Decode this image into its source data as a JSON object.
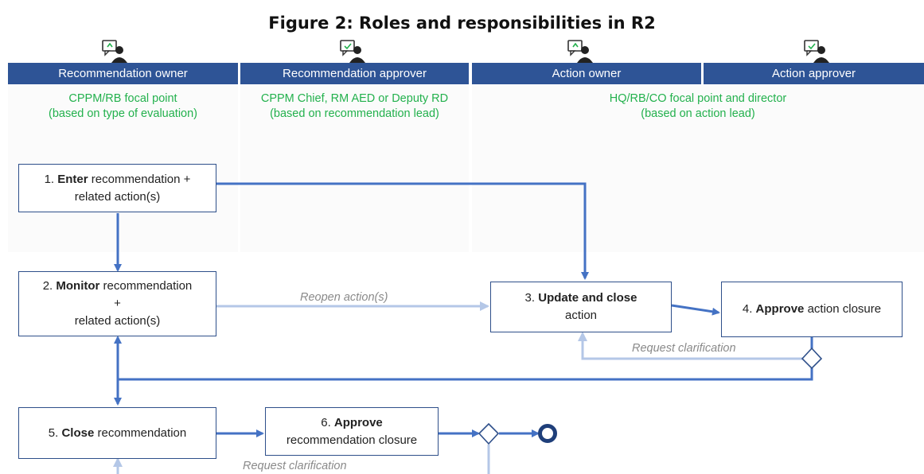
{
  "figure_title": "Figure 2: Roles and responsibilities in R2",
  "lanes": [
    {
      "header": "Recommendation owner",
      "sub1": "CPPM/RB focal point",
      "sub2": "(based on type of evaluation)"
    },
    {
      "header": "Recommendation approver",
      "sub1": "CPPM Chief, RM AED or Deputy RD",
      "sub2": "(based on recommendation lead)"
    },
    {
      "header": "Action owner",
      "sub1": "HQ/RB/CO focal point and director",
      "sub2": "(based on action lead)"
    },
    {
      "header": "Action approver"
    }
  ],
  "icons": [
    "user-chat-icon",
    "user-chat-icon",
    "user-chat-icon",
    "user-chat-icon"
  ],
  "steps": {
    "s1": {
      "num": "1.",
      "verb": "Enter",
      "rest": "recommendation +",
      "line2": "related action(s)"
    },
    "s2": {
      "num": "2.",
      "verb": "Monitor",
      "rest": "recommendation",
      "line2": "+",
      "line3": "related action(s)"
    },
    "s3": {
      "num": "3.",
      "verb": "Update and close",
      "line2": "action"
    },
    "s4": {
      "num": "4.",
      "verb": "Approve",
      "rest": "action closure"
    },
    "s5": {
      "num": "5.",
      "verb": "Close",
      "rest": "recommendation"
    },
    "s6": {
      "num": "6.",
      "verb": "Approve",
      "line2": "recommendation closure"
    }
  },
  "flow_labels": {
    "reopen": "Reopen action(s)",
    "request_clarification_action": "Request clarification",
    "request_clarification_rec": "Request clarification"
  },
  "colors": {
    "header_bg": "#2e5496",
    "subtitle_green": "#23b14d",
    "arrow_dark": "#4472c4",
    "arrow_light": "#b4c7e7",
    "box_border": "#2e4f8a"
  }
}
